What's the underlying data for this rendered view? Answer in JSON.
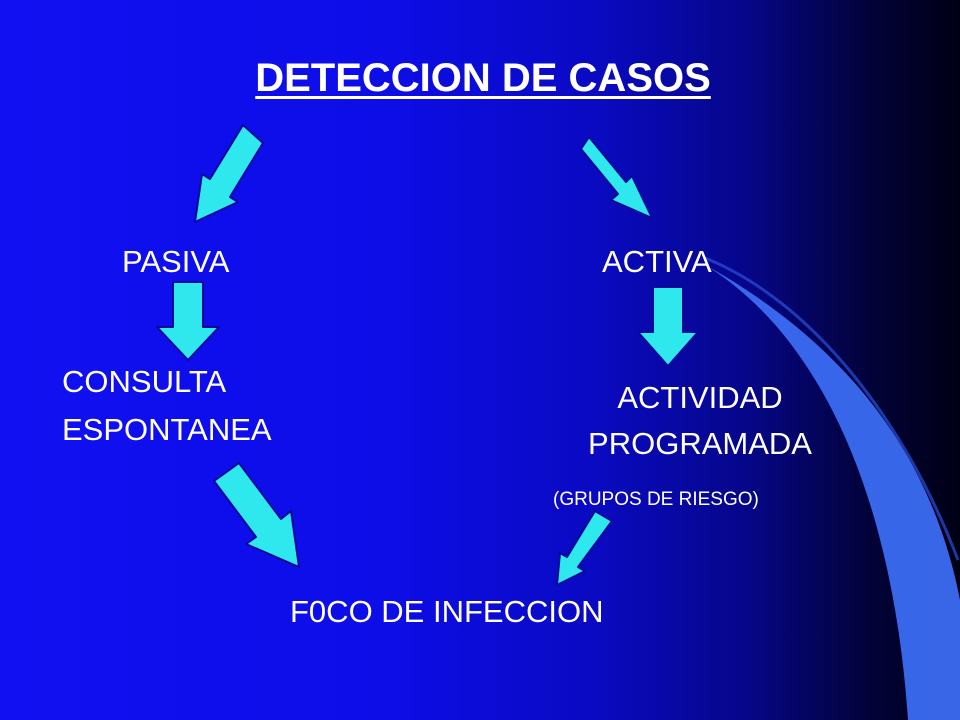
{
  "slide": {
    "title": "DETECCION DE CASOS",
    "nodes": {
      "pasiva": "PASIVA",
      "activa": "ACTIVA",
      "consulta_line1": "CONSULTA",
      "consulta_line2": "ESPONTANEA",
      "actividad_line1": "ACTIVIDAD",
      "actividad_line2": "PROGRAMADA",
      "grupos": "(GRUPOS DE RIESGO)",
      "foco": "F0CO DE INFECCION"
    },
    "edges": [
      {
        "from": "DETECCION DE CASOS",
        "to": "PASIVA"
      },
      {
        "from": "DETECCION DE CASOS",
        "to": "ACTIVA"
      },
      {
        "from": "PASIVA",
        "to": "CONSULTA ESPONTANEA"
      },
      {
        "from": "ACTIVA",
        "to": "ACTIVIDAD PROGRAMADA"
      },
      {
        "from": "CONSULTA ESPONTANEA",
        "to": "F0CO DE INFECCION"
      },
      {
        "from": "ACTIVIDAD PROGRAMADA",
        "to": "F0CO DE INFECCION"
      }
    ],
    "colors": {
      "arrow_fill": "#2ee8ee",
      "arrow_outline": "#0a0a9a",
      "swoosh": "#3b6cf2",
      "text": "#ffffff"
    }
  }
}
